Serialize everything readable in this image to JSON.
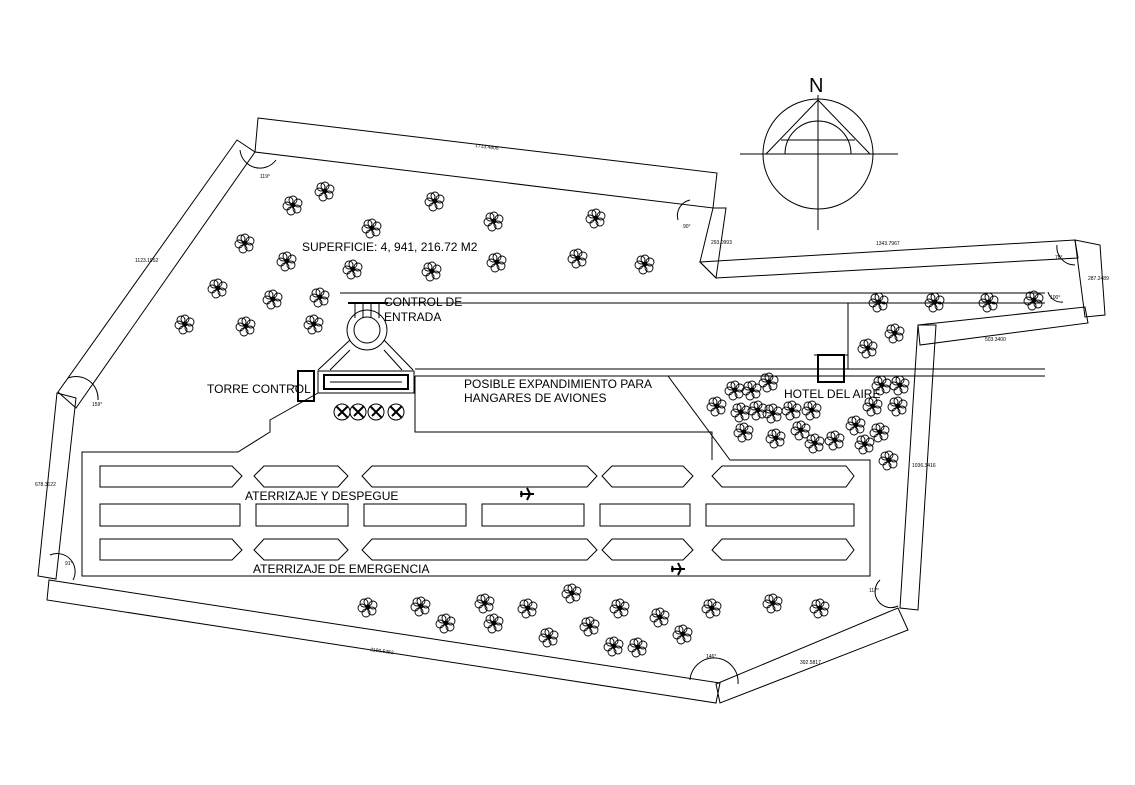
{
  "north_label": "N",
  "labels": {
    "surface": "SUPERFICIE: 4, 941, 216.72 M2",
    "entry_control_line1": "CONTROL DE",
    "entry_control_line2": "ENTRADA",
    "tower": "TORRE CONTROL",
    "hangar_line1": "POSIBLE EXPANDIMIENTO PARA",
    "hangar_line2": "HANGARES DE AVIONES",
    "hotel": "HOTEL DEL AIRE",
    "runway_main": "ATERRIZAJE Y DESPEGUE",
    "runway_emergency": "ATERRIZAJE DE EMERGENCIA"
  },
  "dimensions": {
    "top": "1713.4806",
    "top_left": "1123.1952",
    "left": "678.3122",
    "bottom": "2190.5352",
    "bottom_right": "392.5817",
    "right": "1036.3416",
    "east_top": "1343.7967",
    "east_mid": "293.0993",
    "east_inner": "503.3400",
    "far_right": "287.2489"
  },
  "angles": {
    "a_top_left": "119°",
    "a_top_right": "90°",
    "a_east_right": "78°",
    "a_inner": "100°",
    "a_left": "159°",
    "a_bottom_left": "91°",
    "a_bottom": "146°",
    "a_bottom_right": "117°"
  },
  "icons": [
    "north-arrow-icon",
    "tree-icon",
    "airplane-icon",
    "aircraft-parking-icon"
  ]
}
